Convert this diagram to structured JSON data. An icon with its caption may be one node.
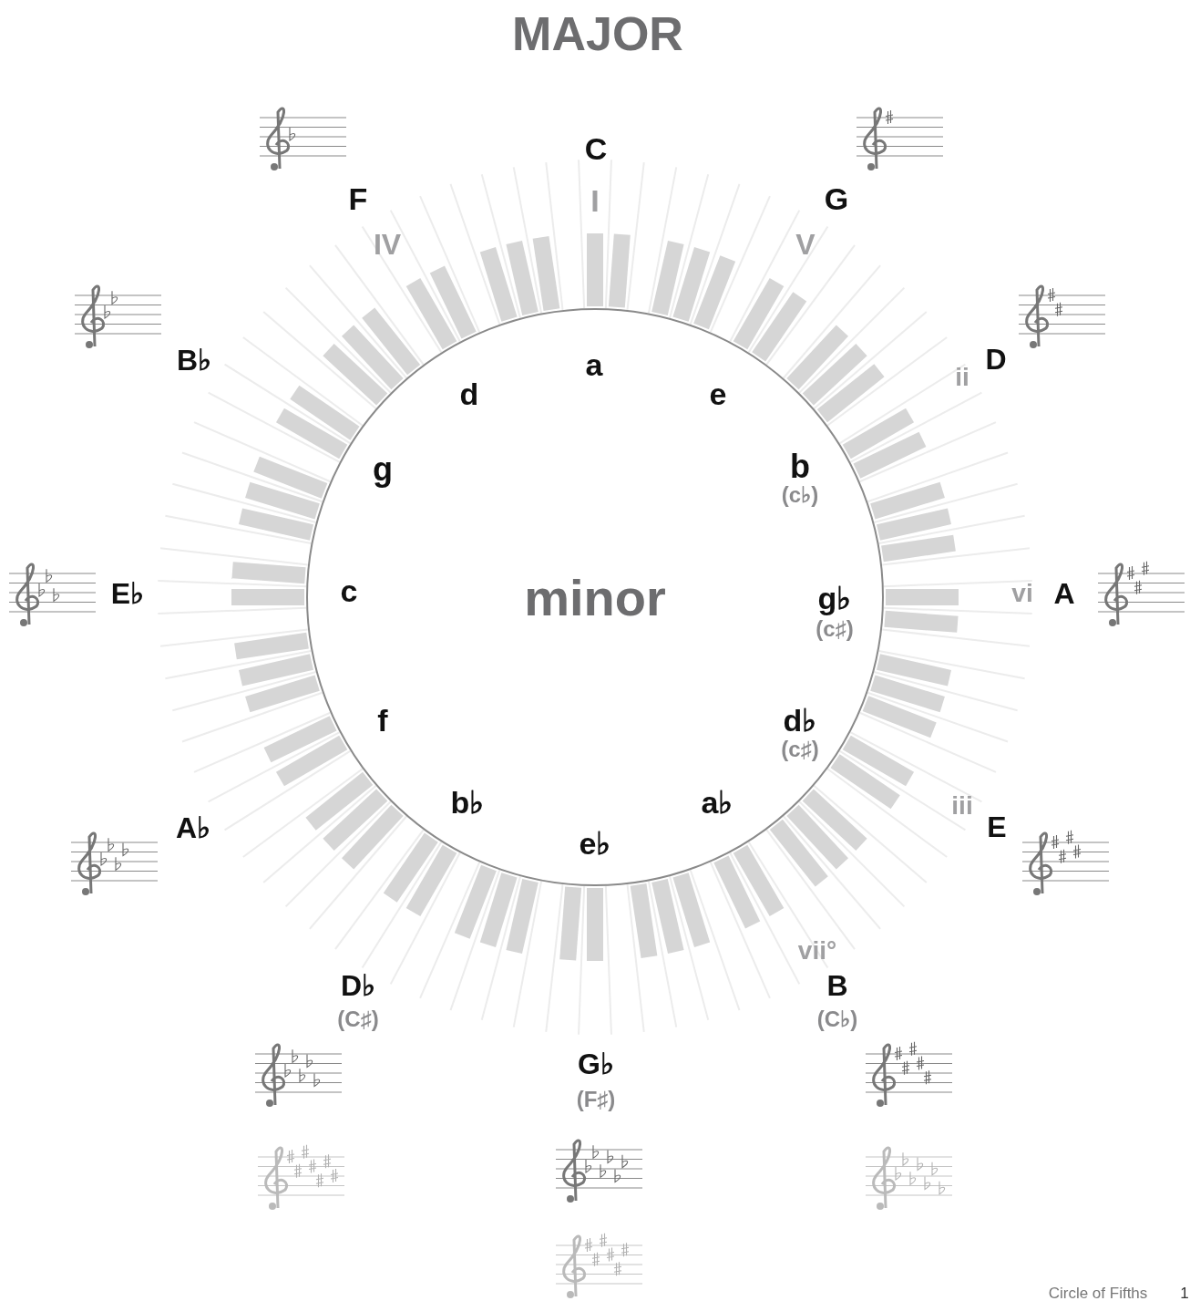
{
  "diagram": {
    "title": "MAJOR",
    "nodes": [
      {
        "text": [
          "minor"
        ]
      }
    ],
    "labels": [
      "C",
      "F",
      "I",
      "G",
      "IV",
      "V",
      "B♭",
      "a",
      "ii",
      "D",
      "d",
      "e",
      "g",
      "b",
      "(c♭)",
      "E♭",
      "c",
      "g♭",
      "vi",
      "A",
      "(c♯)",
      "f",
      "d♭",
      "(c♯)",
      "b♭",
      "a♭",
      "iii",
      "A♭",
      "E",
      "e♭",
      "vii°",
      "D♭",
      "B",
      "(C♯)",
      "(C♭)",
      "G♭",
      "(F♯)",
      "Circle of Fifths",
      "1"
    ]
  }
}
